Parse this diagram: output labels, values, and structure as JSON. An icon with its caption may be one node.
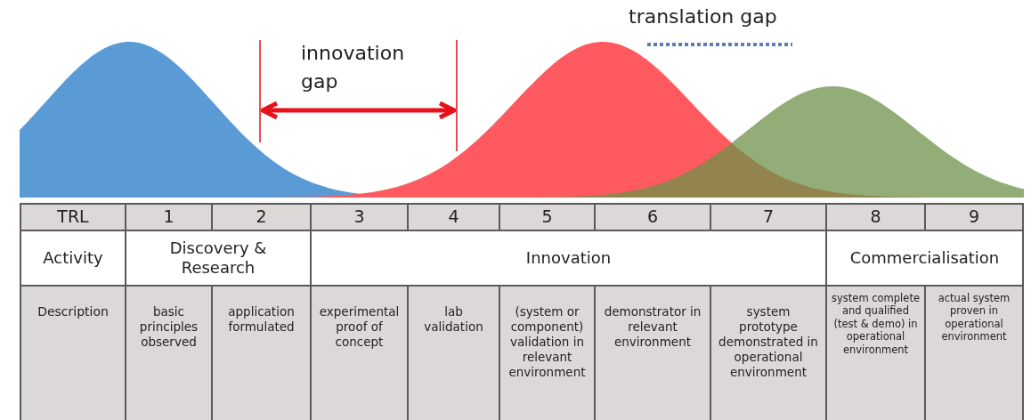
{
  "diagram": {
    "labels": [
      "translation gap",
      "innovation gap",
      "TRL",
      "1",
      "2",
      "3",
      "4",
      "5",
      "6",
      "7",
      "8",
      "9",
      "Activity",
      "Discovery & Research",
      "Innovation",
      "Commercialisation",
      "Description",
      "basic principles observed",
      "application formulated",
      "experimental proof of concept",
      "lab validation",
      "(system or component) validation in relevant environment",
      "demonstrator in relevant environment",
      "system prototype demonstrated in operational environment",
      "system complete and qualified (test & demo) in operational environment",
      "actual system proven in operational environment"
    ]
  }
}
